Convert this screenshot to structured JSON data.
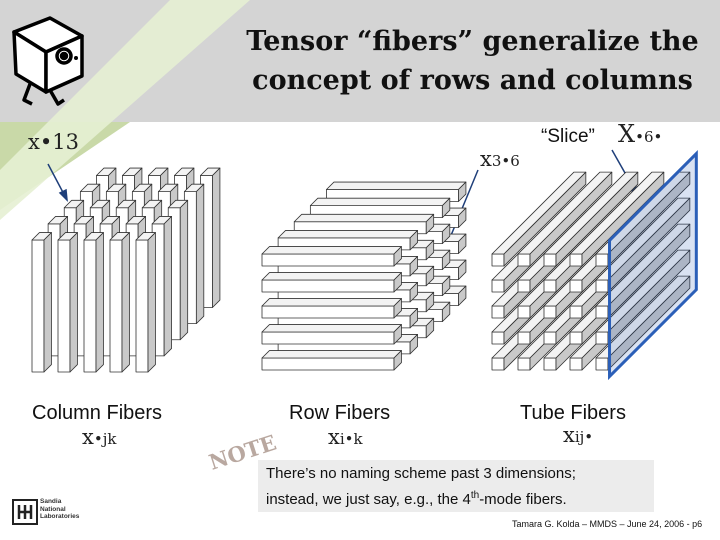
{
  "title_line1": "Tensor “fibers” generalize the",
  "title_line2": "concept of rows and columns",
  "slice_label": "“Slice”",
  "math": {
    "top_left": "x•13",
    "top_right_x": "x",
    "top_right_sub": "3•6",
    "slice_X": "X",
    "slice_sub": "•6•",
    "col_sub": "•jk",
    "row_sub": "i•k",
    "tube_sub": "ij•"
  },
  "labels": {
    "column": "Column Fibers",
    "row": "Row Fibers",
    "tube": "Tube Fibers"
  },
  "note_stamp": "NOTE",
  "note_line1": "There’s no naming scheme past 3 dimensions;",
  "note_line2_a": "instead, we just say, e.g., the 4",
  "note_line2_sup": "th",
  "note_line2_b": "-mode fibers.",
  "footer": "Tamara G. Kolda – MMDS – June 24, 2006 - p6",
  "logo_text": [
    "Sandia",
    "National",
    "Laboratories"
  ],
  "colors": {
    "slice_blue": "#2b5fb8",
    "header_gray": "#d4d4d4",
    "accent_green": "#c9d9a8"
  }
}
